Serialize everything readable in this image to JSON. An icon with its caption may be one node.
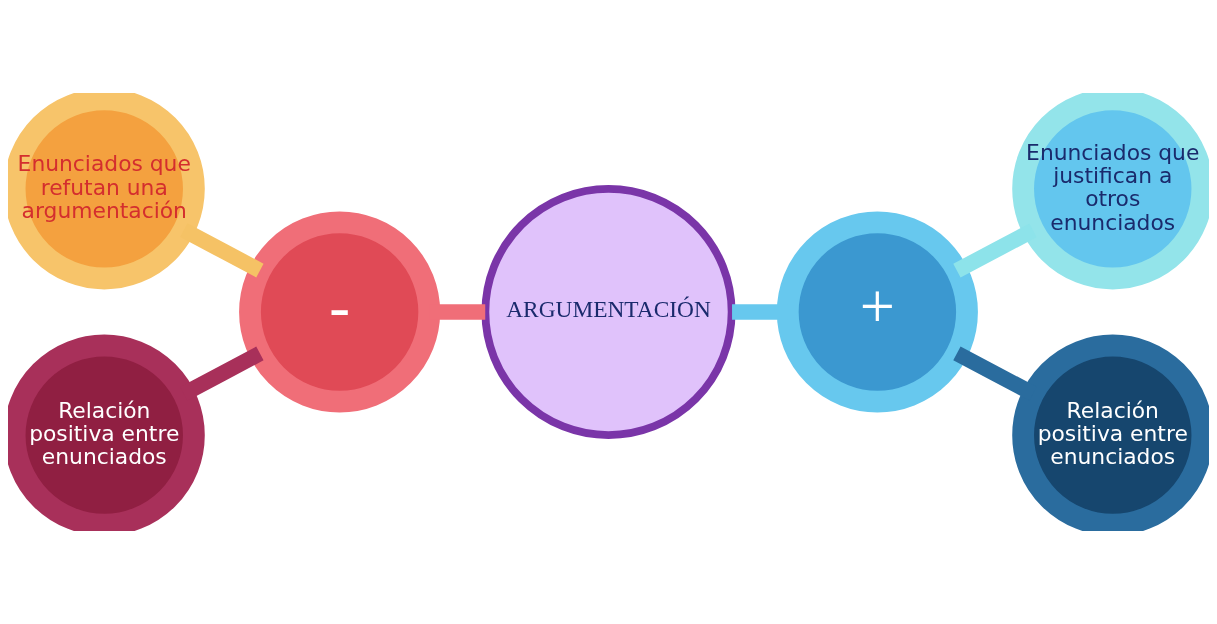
{
  "diagram": {
    "nodes": [
      {
        "text": [
          "Enunciados que refutan una argumentación"
        ]
      },
      {
        "text": [
          "Enunciados que justifican a otros enunciados"
        ]
      },
      {
        "text": [
          "-"
        ]
      },
      {
        "text": [
          "ARGUMENTACIÓN"
        ]
      },
      {
        "text": [
          "+"
        ]
      },
      {
        "text": [
          "Relación positiva entre enunciados"
        ]
      },
      {
        "text": [
          "Relación positiva entre enunciados"
        ]
      }
    ],
    "edges": [
      {
        "from": 3,
        "to": 2,
        "arrow": "none",
        "color": "#f06e78"
      },
      {
        "from": 3,
        "to": 4,
        "arrow": "none",
        "color": "#67c8ee"
      },
      {
        "from": 2,
        "to": 0,
        "arrow": "none",
        "color": "#f5c265"
      },
      {
        "from": 2,
        "to": 5,
        "arrow": "none",
        "color": "#a8305a"
      },
      {
        "from": 4,
        "to": 1,
        "arrow": "none",
        "color": "#8de3ea"
      },
      {
        "from": 4,
        "to": 6,
        "arrow": "none",
        "color": "#2a6c9e"
      }
    ]
  }
}
